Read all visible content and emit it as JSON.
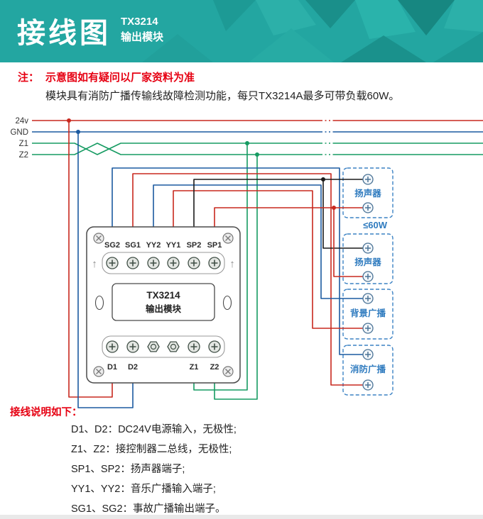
{
  "header": {
    "title": "接线图",
    "model": "TX3214",
    "subtitle": "输出模块"
  },
  "notice": {
    "prefix": "注：",
    "warning": "示意图如有疑问以厂家资料为准",
    "description": "模块具有消防广播传输线故障检测功能，每只TX3214A最多可带负载60W。"
  },
  "bus": {
    "labels": [
      "24v",
      "GND",
      "Z1",
      "Z2"
    ]
  },
  "module": {
    "top_terminals": [
      "SG2",
      "SG1",
      "YY2",
      "YY1",
      "SP2",
      "SP1"
    ],
    "model": "TX3214",
    "type": "输出模块",
    "bottom_terminals": [
      "D1",
      "D2",
      "Z1",
      "Z2"
    ],
    "arrow": "↑"
  },
  "devices": [
    {
      "label": "扬声器"
    },
    {
      "label": "扬声器"
    },
    {
      "label": "背景广播"
    },
    {
      "label": "消防广播"
    }
  ],
  "power_note": "≤60W",
  "instructions": {
    "title": "接线说明如下：",
    "items": [
      "D1、D2：DC24V电源输入，无极性;",
      "Z1、Z2：接控制器二总线，无极性;",
      "SP1、SP2：扬声器端子;",
      "YY1、YY2：音乐广播输入端子;",
      "SG1、SG2：事故广播输出端子。"
    ]
  },
  "colors": {
    "header_teal": "#23a6a1",
    "note_red": "#e60012",
    "wire_24v": "#c8281e",
    "wire_gnd": "#1c5aa0",
    "wire_bus": "#169b62",
    "wire_speaker": "#1a1a1a",
    "device_blue": "#3b82c4"
  }
}
